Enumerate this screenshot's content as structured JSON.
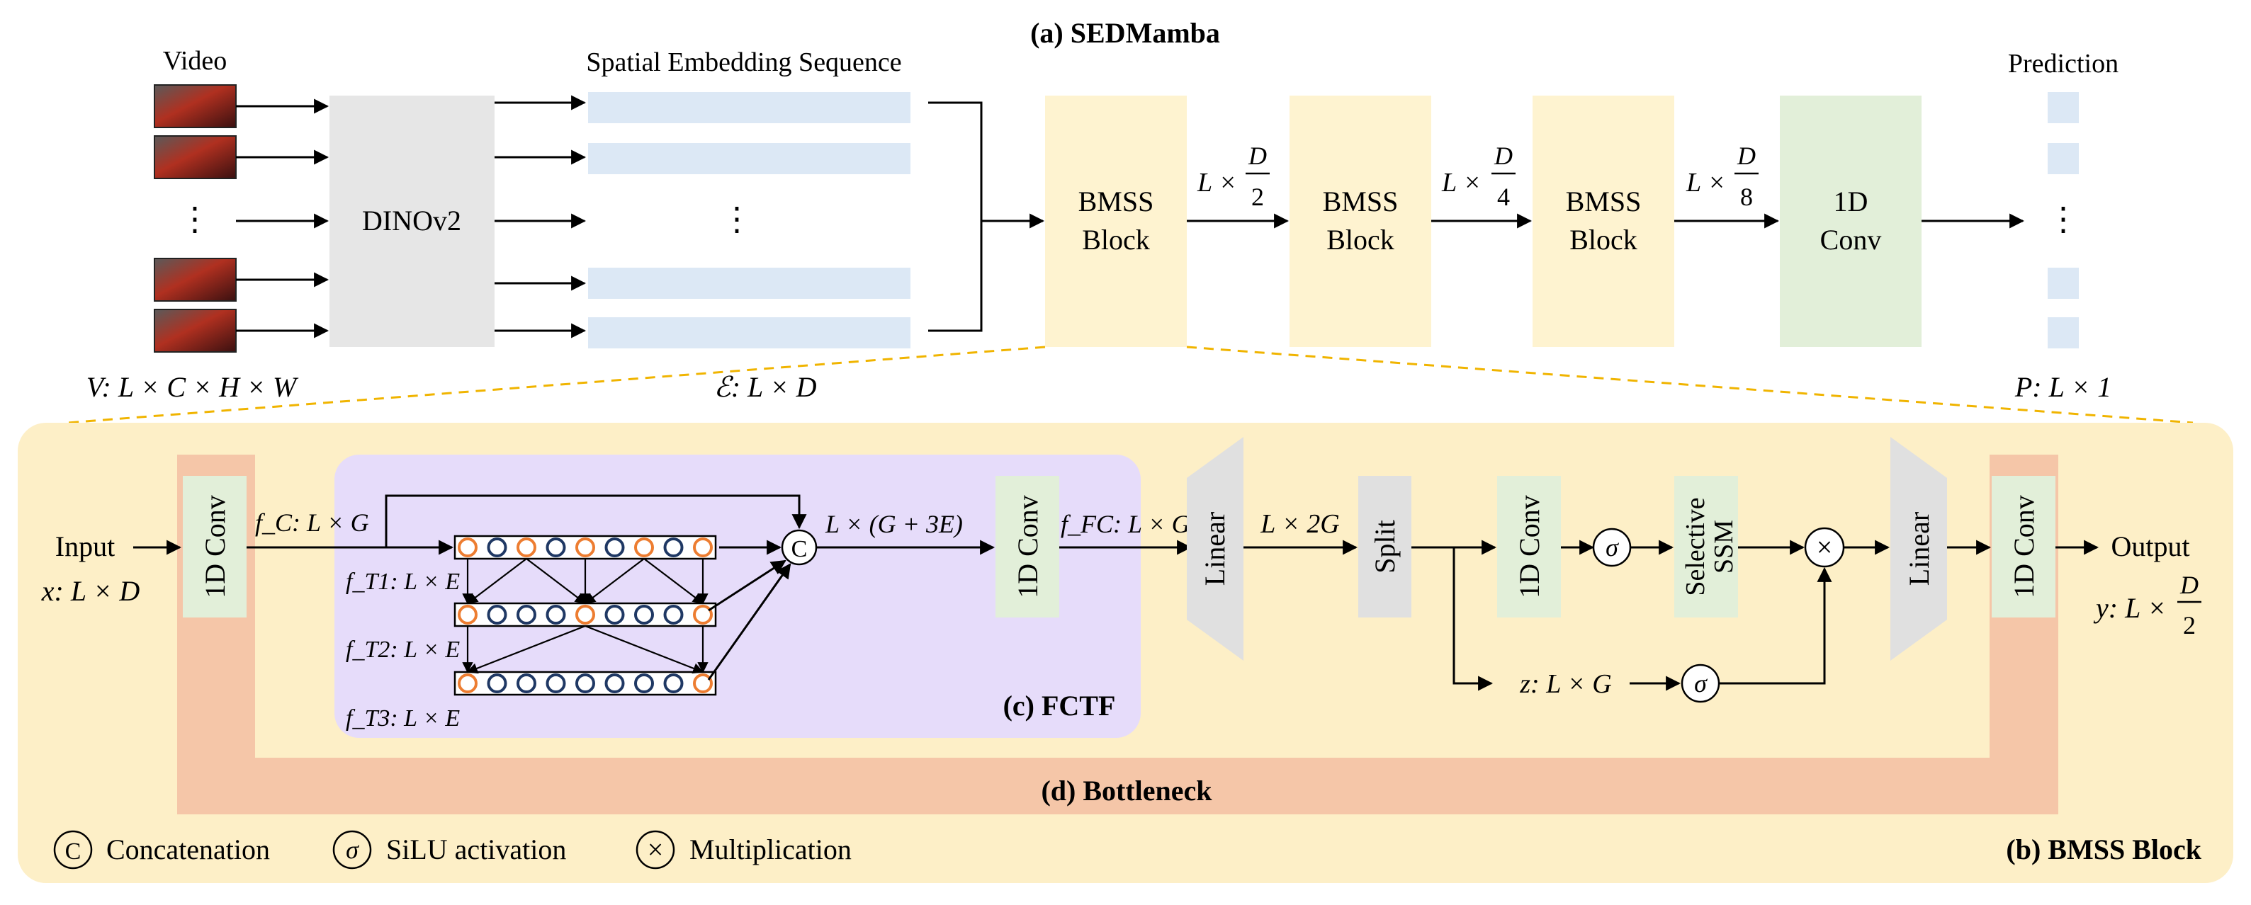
{
  "title": "(a) SEDMamba",
  "top": {
    "video_label": "Video",
    "video_dims": "V: L × C × H × W",
    "dinov2": "DINOv2",
    "embedding_label": "Spatial Embedding Sequence",
    "embedding_dims": "ℰ: L × D",
    "ellipsis": "⋮",
    "bmss_line1": "BMSS",
    "bmss_line2": "Block",
    "dim_d2": {
      "prefix": "L ×",
      "num": "D",
      "den": "2"
    },
    "dim_d4": {
      "prefix": "L ×",
      "num": "D",
      "den": "4"
    },
    "dim_d8": {
      "prefix": "L ×",
      "num": "D",
      "den": "8"
    },
    "conv_line1": "1D",
    "conv_line2": "Conv",
    "prediction_label": "Prediction",
    "prediction_dims": "P: L × 1"
  },
  "bmss_block": {
    "title": "(b) BMSS Block",
    "input_label": "Input",
    "input_dims": "x: L × D",
    "conv_label": "1D Conv",
    "fc_label": "f_C: L × G",
    "ft1_label": "f_T1: L × E",
    "ft2_label": "f_T2: L × E",
    "ft3_label": "f_T3: L × E",
    "concat_out": "L × (G + 3E)",
    "ffc_label": "f_FC: L × G",
    "fctf_title": "(c) FCTF",
    "linear_label": "Linear",
    "dim_2g": "L × 2G",
    "split_label": "Split",
    "sigma": "σ",
    "selective_line1": "Selective",
    "selective_line2": "SSM",
    "z_label": "z: L × G",
    "times": "×",
    "output_label": "Output",
    "output_dims": {
      "prefix": "y: L ×",
      "num": "D",
      "den": "2"
    },
    "bottleneck_title": "(d) Bottleneck"
  },
  "legend": [
    {
      "symbol": "C",
      "label": "Concatenation"
    },
    {
      "symbol": "σ",
      "label": "SiLU activation"
    },
    {
      "symbol": "×",
      "label": "Multiplication"
    }
  ],
  "colors": {
    "bmss_fill": "#fef3d0",
    "bmss_outer": "#fdefc7",
    "conv_fill": "#e2efd9",
    "dino_fill": "#e6e6e6",
    "embed_fill": "#dce8f5",
    "fctf_fill": "#e6dcfa",
    "bottleneck_fill": "#f5c6a8",
    "linear_fill": "#e0e0e0",
    "orange": "#ed7d31",
    "navy": "#1f3864",
    "dash": "#f0b400"
  }
}
